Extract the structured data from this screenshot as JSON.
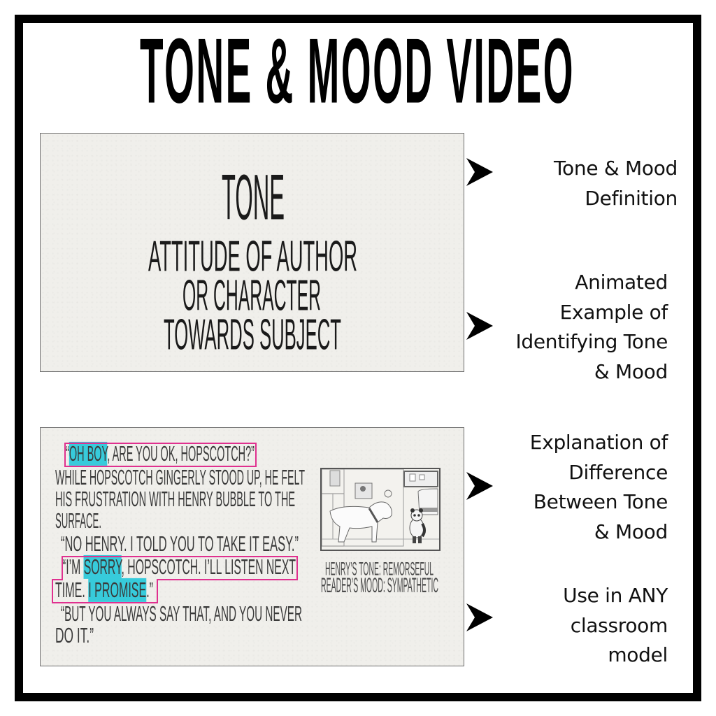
{
  "title": "TONE & MOOD VIDEO",
  "tone_slide": {
    "heading": "TONE",
    "lines": [
      "ATTITUDE OF AUTHOR",
      "OR CHARACTER",
      "TOWARDS SUBJECT"
    ]
  },
  "example_slide": {
    "lines": [
      {
        "parts": [
          {
            "text": "“",
            "hl": false
          },
          {
            "text": "OH BOY",
            "hl": true
          },
          {
            "text": ", ARE YOU OK, HOPSCOTCH?”",
            "hl": false
          }
        ]
      },
      {
        "parts": [
          {
            "text": "WHILE HOPSCOTCH GINGERLY STOOD UP, HE FELT",
            "hl": false
          }
        ]
      },
      {
        "parts": [
          {
            "text": "HIS FRUSTRATION WITH HENRY BUBBLE TO THE",
            "hl": false
          }
        ]
      },
      {
        "parts": [
          {
            "text": "SURFACE.",
            "hl": false
          }
        ]
      },
      {
        "parts": [
          {
            "text": "“NO HENRY. I TOLD YOU TO TAKE IT EASY.”",
            "hl": false
          }
        ]
      },
      {
        "parts": [
          {
            "text": "“I’M ",
            "hl": false
          },
          {
            "text": "SORRY",
            "hl": true
          },
          {
            "text": ", HOPSCOTCH. I’LL LISTEN NEXT",
            "hl": false
          }
        ]
      },
      {
        "parts": [
          {
            "text": "TIME. ",
            "hl": false
          },
          {
            "text": "I PROMISE",
            "hl": true
          },
          {
            "text": ".”",
            "hl": false
          }
        ]
      },
      {
        "parts": [
          {
            "text": "“BUT YOU ALWAYS SAY THAT, AND YOU NEVER",
            "hl": false
          }
        ]
      },
      {
        "parts": [
          {
            "text": "DO IT.”",
            "hl": false
          }
        ]
      }
    ],
    "caption_tone": "HENRY’S TONE: REMORSEFUL",
    "caption_mood": "READER’S MOOD: SYMPATHETIC",
    "illustration": "dog-and-panda-sketch"
  },
  "features": [
    {
      "lines": [
        "Tone & Mood",
        "Definition"
      ],
      "icon": "arrowhead-right-icon"
    },
    {
      "lines": [
        "Animated",
        "Example of",
        "Identifying Tone",
        "& Mood"
      ],
      "icon": "arrowhead-right-icon"
    },
    {
      "lines": [
        "Explanation of",
        "Difference",
        "Between Tone",
        "& Mood"
      ],
      "icon": "arrowhead-right-icon"
    },
    {
      "lines": [
        "Use in ANY",
        "classroom",
        "model"
      ],
      "icon": "arrowhead-right-icon"
    }
  ],
  "colors": {
    "highlight": "#37cbdb",
    "box_outline": "#e0308f",
    "frame": "#000000",
    "slide_bg": "#f0efeb"
  }
}
